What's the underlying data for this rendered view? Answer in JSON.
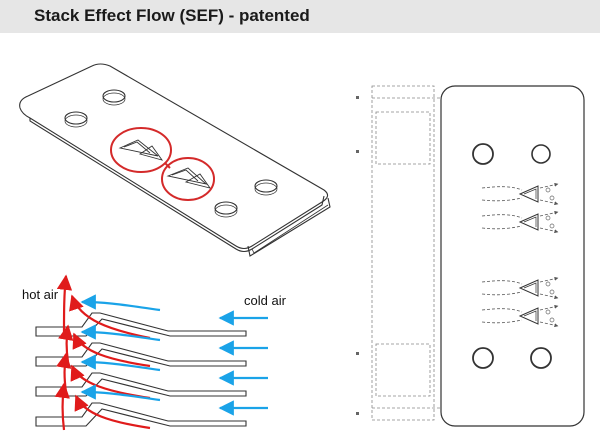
{
  "header": {
    "title": "Stack Effect Flow (SEF) - patented"
  },
  "labels": {
    "hot_air": "hot air",
    "cold_air": "cold air"
  },
  "colors": {
    "header_bg": "#e6e6e6",
    "line": "#333333",
    "highlight_red": "#d42a2a",
    "hot_air_red": "#e01b1b",
    "cold_air_blue": "#1aa3e8"
  }
}
